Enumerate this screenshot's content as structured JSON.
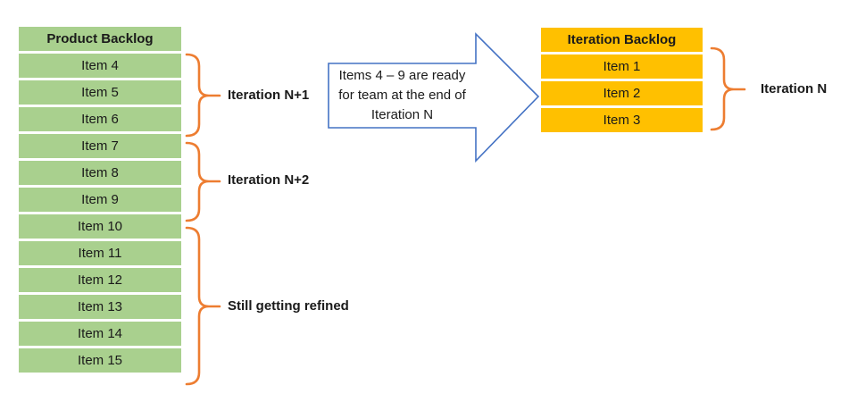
{
  "page": {
    "background": "#ffffff",
    "text_color": "#1a1a1a"
  },
  "colors": {
    "green_fill": "#A9D08E",
    "gold_fill": "#FFC000",
    "brace_stroke": "#ED7D31",
    "arrow_stroke": "#4472C4",
    "arrow_fill": "#ffffff"
  },
  "left_table": {
    "title": "Product Backlog",
    "items": [
      "Item 4",
      "Item 5",
      "Item 6",
      "Item 7",
      "Item 8",
      "Item 9",
      "Item 10",
      "Item 11",
      "Item 12",
      "Item 13",
      "Item 14",
      "Item 15"
    ]
  },
  "right_table": {
    "title": "Iteration Backlog",
    "items": [
      "Item 1",
      "Item 2",
      "Item 3"
    ]
  },
  "arrow": {
    "lines": [
      "Items 4 – 9 are ready",
      "for team at the end of",
      "Iteration N"
    ]
  },
  "braces": {
    "iteration_n1_label": "Iteration N+1",
    "iteration_n2_label": "Iteration N+2",
    "refined_label": "Still getting refined",
    "iteration_n_label": "Iteration N"
  }
}
